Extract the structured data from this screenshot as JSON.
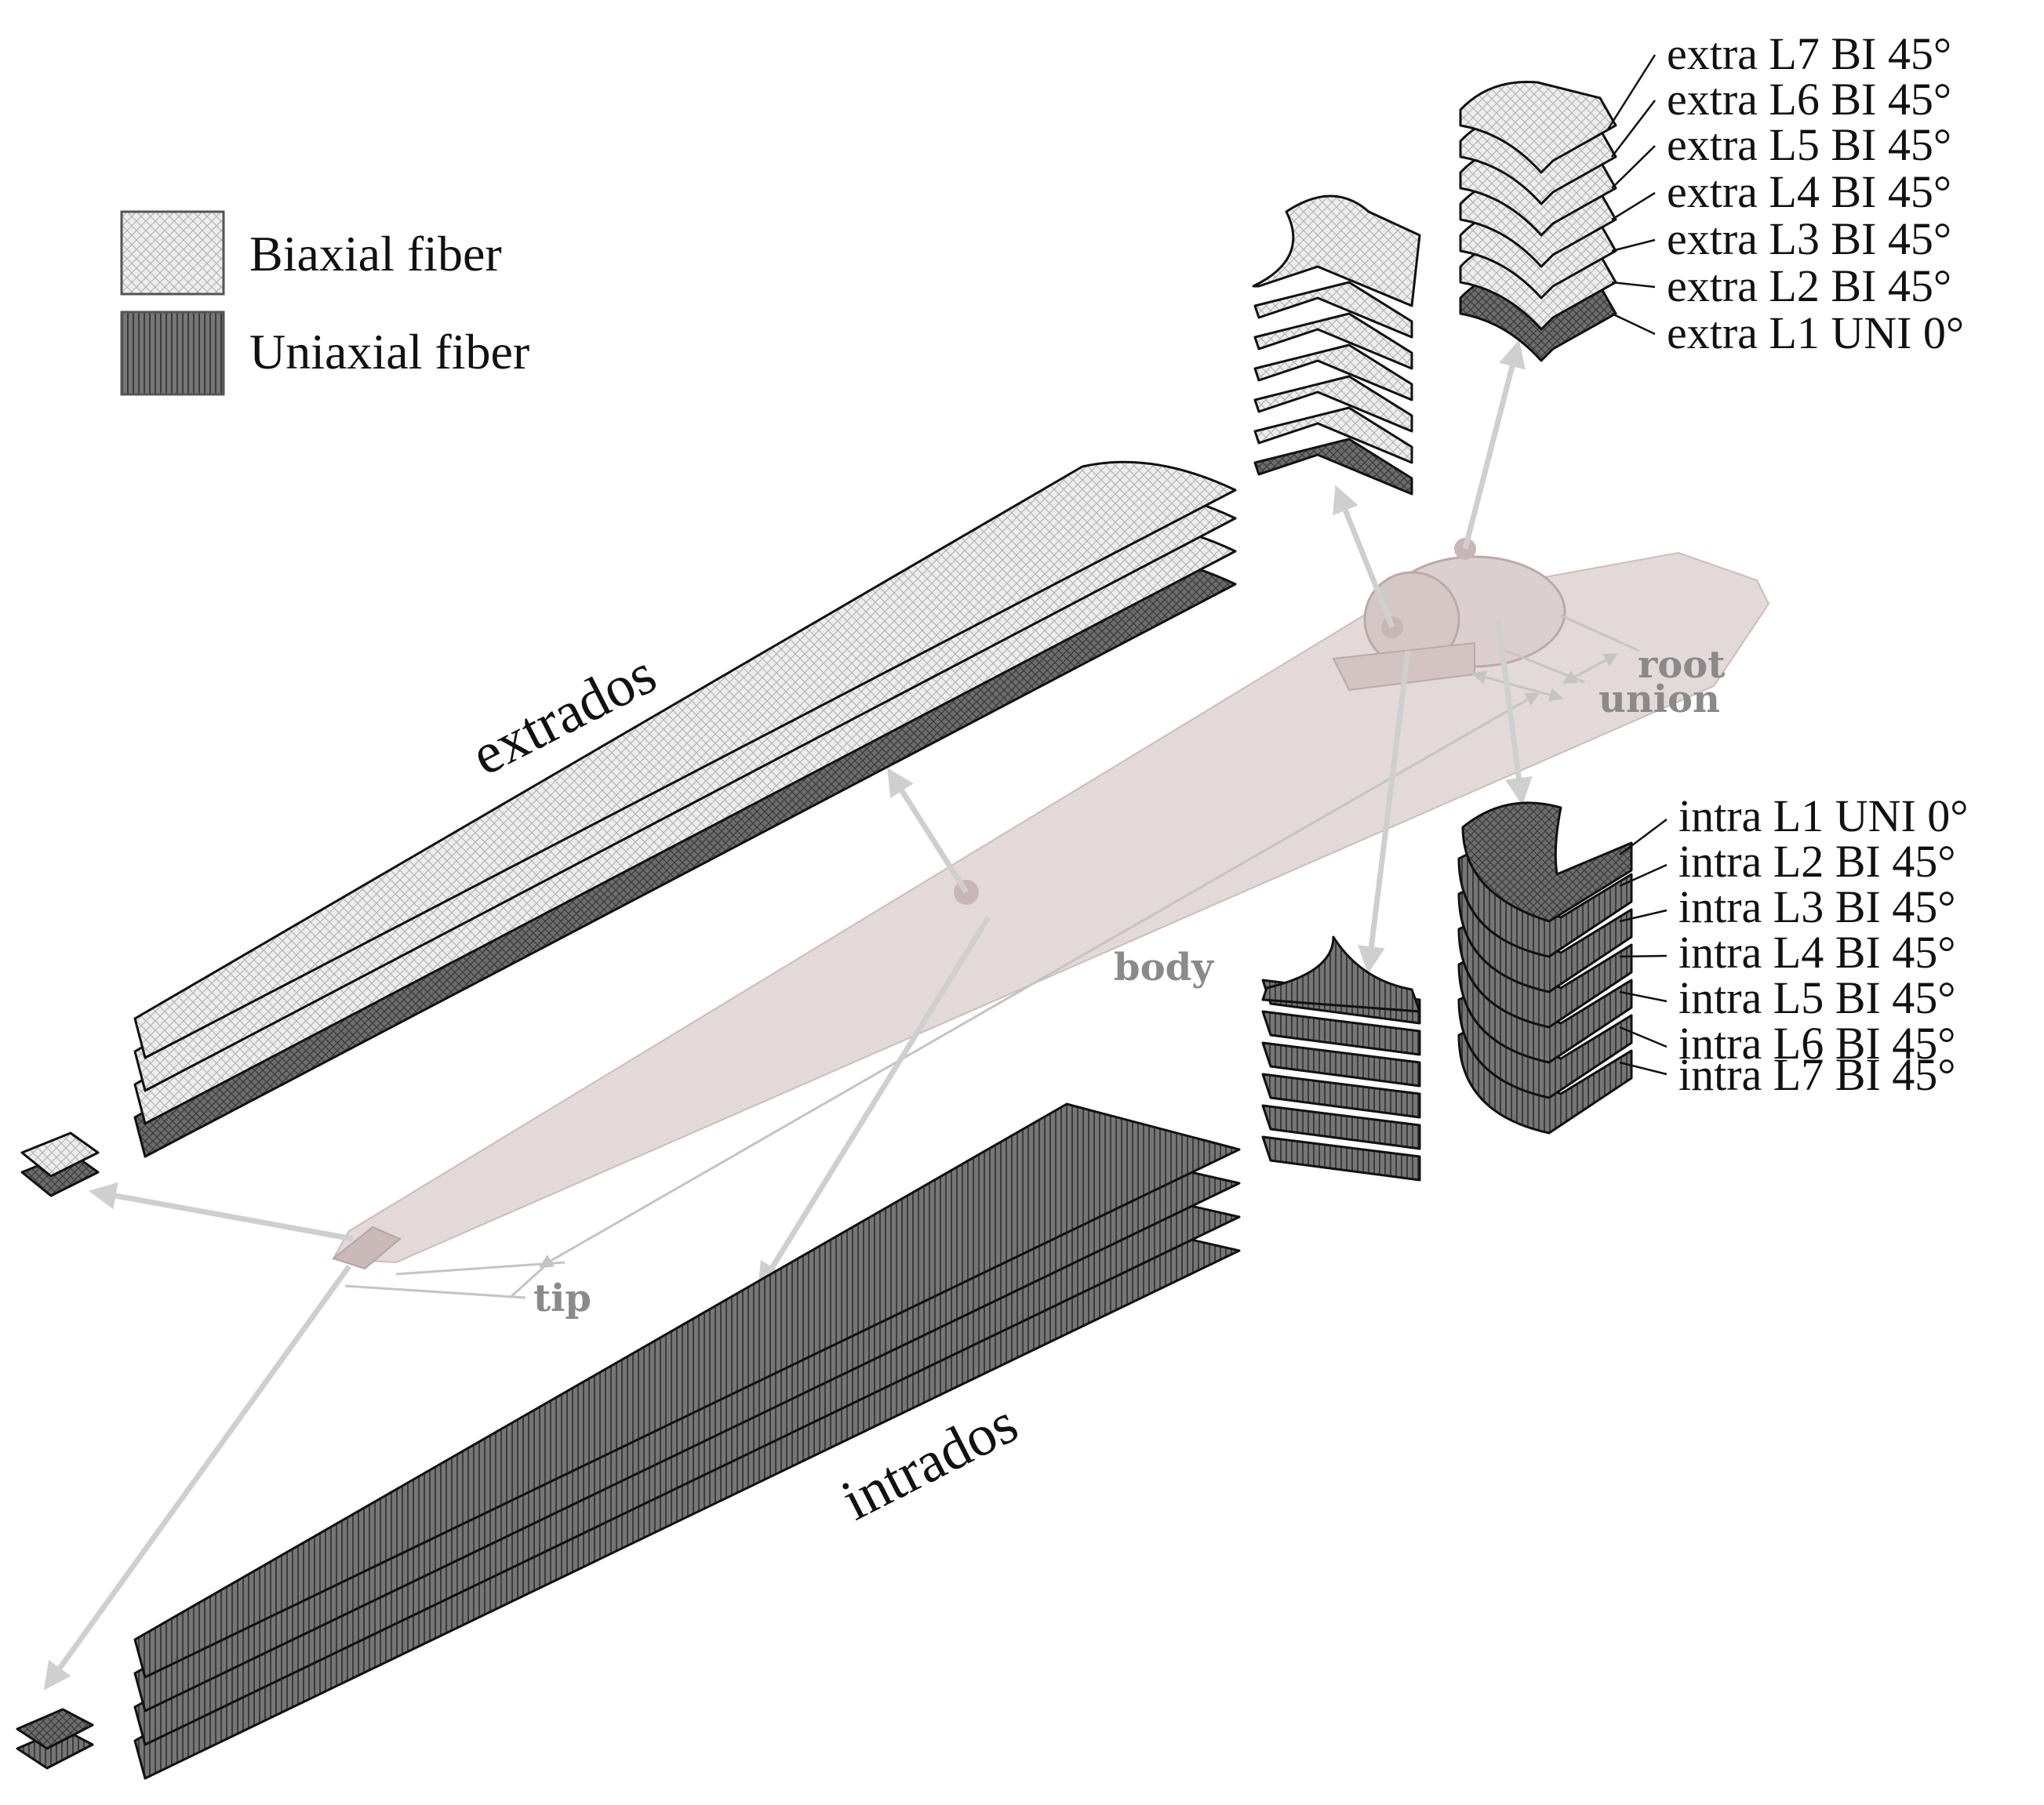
{
  "legend": {
    "biaxial": "Biaxial fiber",
    "uniaxial": "Uniaxial fiber"
  },
  "labels": {
    "extrados": "extrados",
    "intrados": "intrados",
    "root": "root",
    "union": "union",
    "body": "body",
    "tip": "tip"
  },
  "extra_layers": [
    "extra L7 BI 45°",
    "extra L6 BI 45°",
    "extra L5 BI 45°",
    "extra L4 BI 45°",
    "extra L3 BI 45°",
    "extra L2 BI 45°",
    "extra L1 UNI 0°"
  ],
  "intra_layers": [
    "intra L1 UNI 0°",
    "intra L2 BI 45°",
    "intra L3 BI 45°",
    "intra L4 BI 45°",
    "intra L5 BI 45°",
    "intra L6 BI 45°",
    "intra L7 BI 45°"
  ],
  "colors": {
    "biaxial_fill": "#ececec",
    "uniaxial_fill": "#6e6e6e",
    "blade_ghost": "#dccfcf",
    "arrow": "#cfcfcf",
    "label_gray": "#8a8a8a"
  }
}
